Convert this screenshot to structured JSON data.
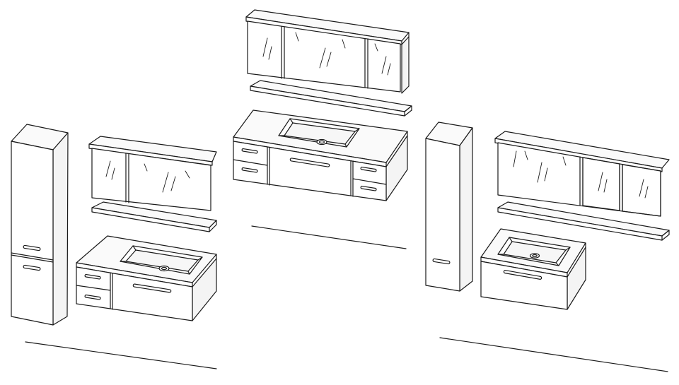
{
  "drawing": {
    "style": "isometric line drawing",
    "background_color": "#ffffff",
    "line_color": "#1a1a1a",
    "fill_front": "#ffffff",
    "fill_side": "#f4f4f4",
    "fill_top": "#fafafa",
    "sets": [
      {
        "id": "set-left",
        "items": [
          "tall-cabinet",
          "mirror-cabinet-with-shelf",
          "vanity-with-sink",
          "floor-line"
        ]
      },
      {
        "id": "set-center",
        "items": [
          "mirror-cabinet-three-door-with-shelf",
          "vanity-with-sink-and-four-drawers",
          "floor-line"
        ]
      },
      {
        "id": "set-right",
        "items": [
          "tall-cabinet",
          "mirror-cabinet-with-shelf",
          "vanity-with-sink",
          "floor-line"
        ]
      }
    ]
  }
}
